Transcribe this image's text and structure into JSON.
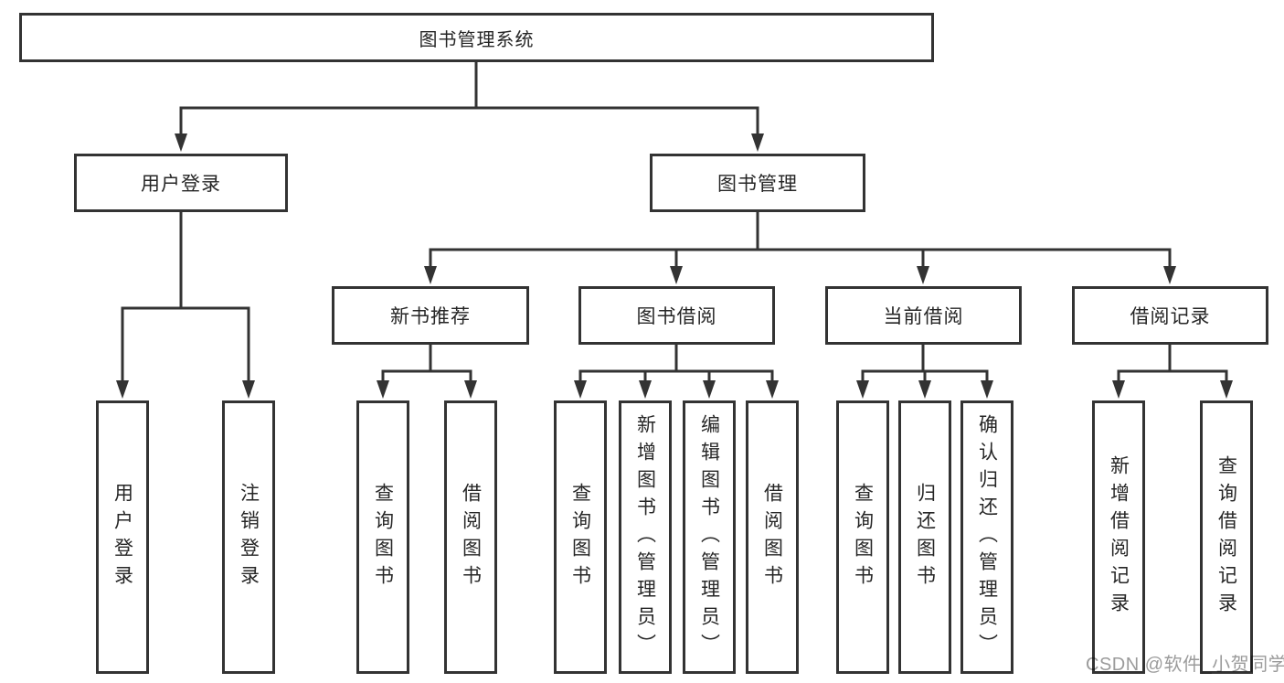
{
  "watermark": {
    "text": "CSDN @软件_小贺同学"
  },
  "colors": {
    "line": "#333333",
    "box_border": "#333333",
    "box_fill": "#ffffff",
    "text": "#262626",
    "watermark": "#8a8a8a"
  },
  "tree": {
    "root": {
      "label": "图书管理系统",
      "children": [
        {
          "label": "用户登录",
          "children": [
            {
              "label": "用户登录"
            },
            {
              "label": "注销登录"
            }
          ]
        },
        {
          "label": "图书管理",
          "children": [
            {
              "label": "新书推荐",
              "children": [
                {
                  "label": "查询图书"
                },
                {
                  "label": "借阅图书"
                }
              ]
            },
            {
              "label": "图书借阅",
              "children": [
                {
                  "label": "查询图书"
                },
                {
                  "label": "新增图书（管理员）"
                },
                {
                  "label": "编辑图书（管理员）"
                },
                {
                  "label": "借阅图书"
                }
              ]
            },
            {
              "label": "当前借阅",
              "children": [
                {
                  "label": "查询图书"
                },
                {
                  "label": "归还图书"
                },
                {
                  "label": "确认归还（管理员）"
                }
              ]
            },
            {
              "label": "借阅记录",
              "children": [
                {
                  "label": "新增借阅记录"
                },
                {
                  "label": "查询借阅记录"
                }
              ]
            }
          ]
        }
      ]
    }
  }
}
